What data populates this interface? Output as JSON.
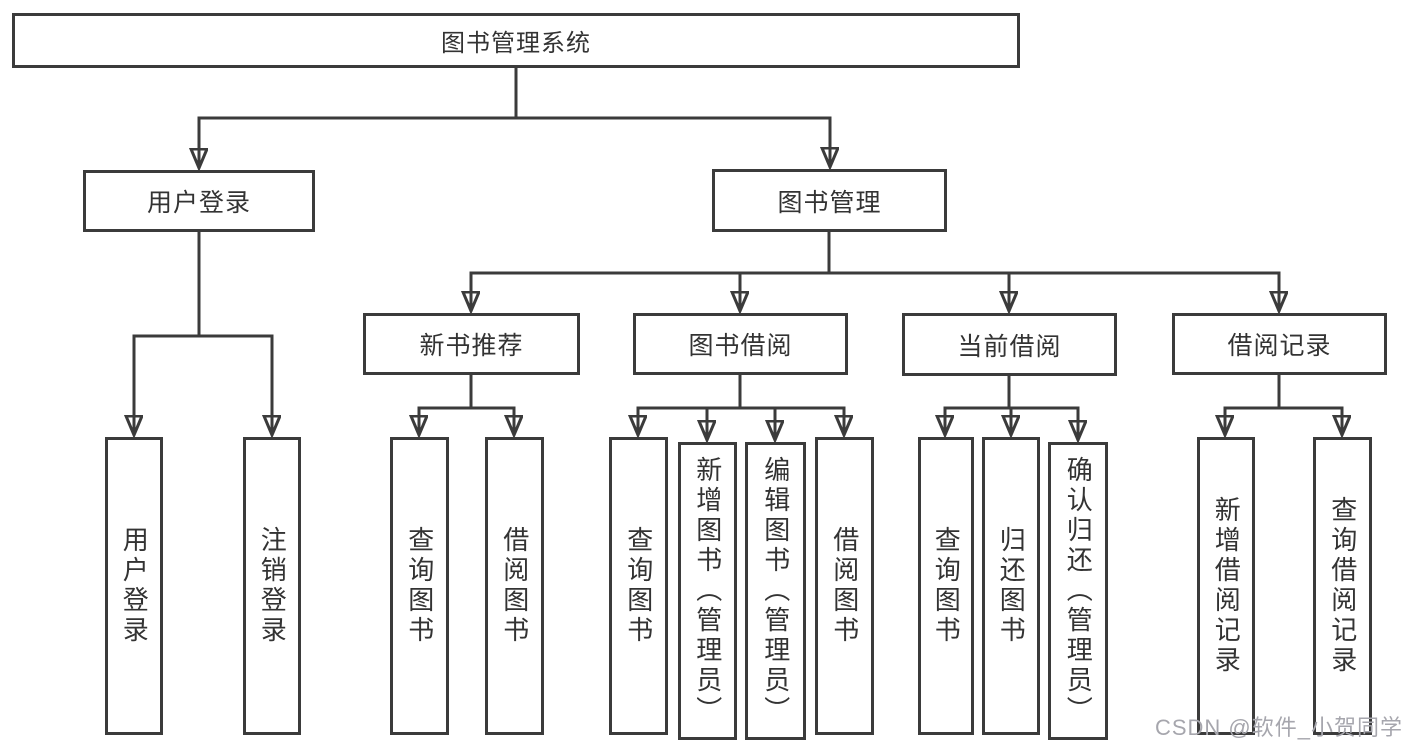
{
  "tree": {
    "root": {
      "label": "图书管理系统"
    },
    "branches": [
      {
        "label": "用户登录",
        "children": [
          {
            "label": "用户登录"
          },
          {
            "label": "注销登录"
          }
        ]
      },
      {
        "label": "图书管理",
        "children": [
          {
            "label": "新书推荐",
            "children": [
              {
                "label": "查询图书"
              },
              {
                "label": "借阅图书"
              }
            ]
          },
          {
            "label": "图书借阅",
            "children": [
              {
                "label": "查询图书"
              },
              {
                "label": "新增图书（管理员）"
              },
              {
                "label": "编辑图书（管理员）"
              },
              {
                "label": "借阅图书"
              }
            ]
          },
          {
            "label": "当前借阅",
            "children": [
              {
                "label": "查询图书"
              },
              {
                "label": "归还图书"
              },
              {
                "label": "确认归还（管理员）"
              }
            ]
          },
          {
            "label": "借阅记录",
            "children": [
              {
                "label": "新增借阅记录"
              },
              {
                "label": "查询借阅记录"
              }
            ]
          }
        ]
      }
    ]
  },
  "watermark": {
    "text": "CSDN @软件_小贺同学"
  },
  "colors": {
    "line": "#3b3b3b",
    "text": "#333333",
    "background": "#ffffff",
    "watermark": "#a6a6ad"
  }
}
